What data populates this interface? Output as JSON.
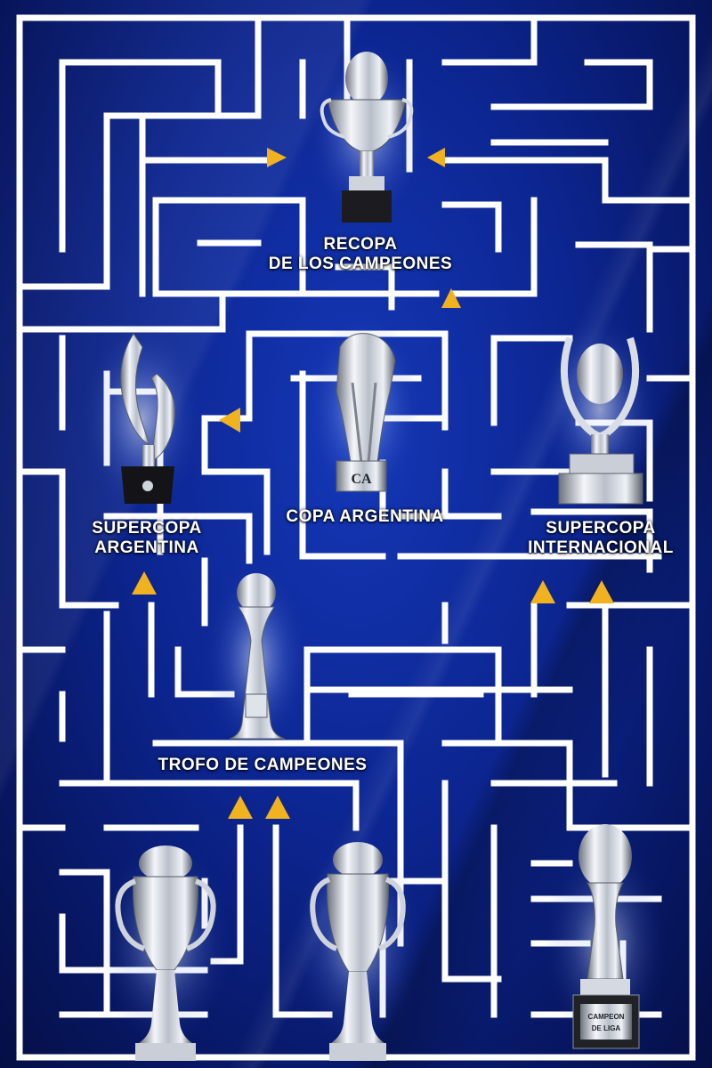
{
  "colors": {
    "background": "#0c2590",
    "maze_line": "#ffffff",
    "arrow": "#f0b21f",
    "trophy_silver": "#d8dde6",
    "label_text": "#ffffff"
  },
  "labels": {
    "recopa": [
      "RECOPA",
      "DE LOS CAMPEONES"
    ],
    "supercopa_argentina": [
      "SUPERCOPA",
      "ARGENTINA"
    ],
    "copa_argentina": [
      "COPA ARGENTINA"
    ],
    "supercopa_internacional": [
      "SUPERCOPA",
      "INTERNACIONAL"
    ],
    "trofeo_campeones": [
      "TROFO DE CAMPEONES"
    ]
  },
  "trophy_engravings": {
    "copa_argentina_badge": "CA",
    "bottom_right_plate": [
      "CAMPEON",
      "DE LIGA"
    ]
  },
  "credit": "",
  "arrow_icons": [
    "arrow-right-icon",
    "arrow-left-icon",
    "arrow-up-icon"
  ]
}
